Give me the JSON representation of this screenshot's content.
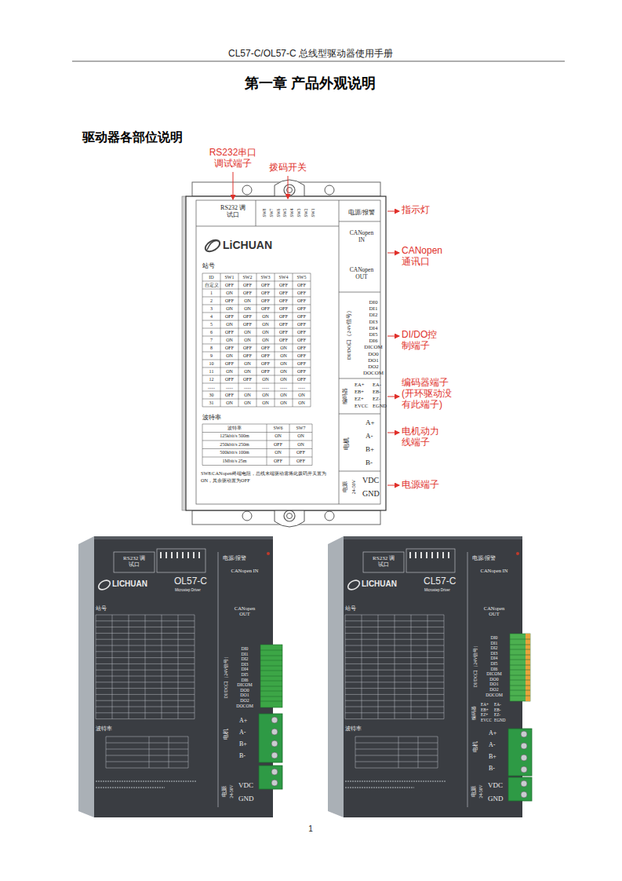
{
  "diagram": {
    "title": "第一章 产品外观说明",
    "labels": [
      "CL57-C/OL57-C 总线型驱动器使用手册",
      "驱动器各部位说明",
      "RS232串口 调试端子",
      "拨码开关",
      "指示灯",
      "CANopen 通讯口",
      "DI/DO控 制端子",
      "编码器端子 (开环驱动没 有此端子)",
      "电机动力 线端子",
      "电源端子",
      "RS232 调试口",
      "SW8",
      "SW7",
      "SW6",
      "SW5",
      "SW4",
      "SW3",
      "SW2",
      "SW1",
      "电源/报警",
      "LiCHUAN",
      "CANopen IN",
      "CANopen OUT",
      "站号",
      "ID",
      "SW1",
      "SW2",
      "SW3",
      "SW4",
      "SW5",
      "自定义",
      "OFF",
      "OFF",
      "OFF",
      "OFF",
      "OFF",
      "1",
      "ON",
      "OFF",
      "OFF",
      "OFF",
      "OFF",
      "2",
      "OFF",
      "ON",
      "OFF",
      "OFF",
      "OFF",
      "3",
      "ON",
      "ON",
      "OFF",
      "OFF",
      "OFF",
      "4",
      "OFF",
      "OFF",
      "ON",
      "OFF",
      "OFF",
      "5",
      "ON",
      "OFF",
      "ON",
      "OFF",
      "OFF",
      "6",
      "OFF",
      "ON",
      "ON",
      "OFF",
      "OFF",
      "7",
      "ON",
      "ON",
      "ON",
      "OFF",
      "OFF",
      "8",
      "OFF",
      "OFF",
      "OFF",
      "ON",
      "OFF",
      "9",
      "ON",
      "OFF",
      "OFF",
      "ON",
      "OFF",
      "10",
      "OFF",
      "ON",
      "OFF",
      "ON",
      "OFF",
      "11",
      "ON",
      "ON",
      "OFF",
      "ON",
      "OFF",
      "12",
      "OFF",
      "OFF",
      "ON",
      "ON",
      "OFF",
      "......",
      "......",
      "......",
      "......",
      "......",
      "......",
      "30",
      "OFF",
      "ON",
      "ON",
      "ON",
      "ON",
      "31",
      "ON",
      "ON",
      "ON",
      "ON",
      "ON",
      "波特率",
      "波特率",
      "SW6",
      "SW7",
      "125kbit/s 500m",
      "ON",
      "ON",
      "250kbit/s 250m",
      "OFF",
      "ON",
      "500kbit/s 100m",
      "ON",
      "OFF",
      "1Mbit/s 25m",
      "OFF",
      "OFF",
      "SW8:CANopen终端电阻，总线末端驱动需将此拨码开关置为ON，其余驱动置为OFF",
      "DI/DO口（24V信号）",
      "DI0",
      "DI1",
      "DI2",
      "DI3",
      "DI4",
      "DI5",
      "DI6",
      "DICOM",
      "DO0",
      "DO1",
      "DO2",
      "DOCOM",
      "编码器",
      "EA+",
      "EA-",
      "EB+",
      "EB-",
      "EZ+",
      "EZ-",
      "EVCC",
      "EGND",
      "电机",
      "A+",
      "A-",
      "B+",
      "B-",
      "电源",
      "24-50V",
      "VDC",
      "GND",
      "RS232 调试口",
      "电源/报警",
      "LICHUAN",
      "OL57-C",
      "Microstep Driver",
      "CANopen IN",
      "CANopen OUT",
      "站号",
      "波特率",
      "DI/DO口（24V信号）",
      "DI0",
      "DI1",
      "DI2",
      "DI3",
      "DI4",
      "DI5",
      "DI6",
      "DICOM",
      "DO0",
      "DO1",
      "DO2",
      "DOCOM",
      "电机",
      "A+",
      "A-",
      "B+",
      "B-",
      "电源",
      "24-50V",
      "VDC",
      "GND",
      "RS232 调试口",
      "电源/报警",
      "LICHUAN",
      "CL57-C",
      "Microstep Driver",
      "CANopen IN",
      "CANopen OUT",
      "站号",
      "波特率",
      "DI/DO口（24V信号）",
      "DI0",
      "DI1",
      "DI2",
      "DI3",
      "DI4",
      "DI5",
      "DI6",
      "DICOM",
      "DO0",
      "DO1",
      "DO2",
      "DOCOM",
      "编码器",
      "EA+",
      "EA-",
      "EB+",
      "EB-",
      "EZ+",
      "EZ-",
      "EVCC",
      "EGND",
      "电机",
      "A+",
      "A-",
      "B+",
      "B-",
      "电源",
      "24-50V",
      "VDC",
      "GND",
      "1"
    ]
  }
}
